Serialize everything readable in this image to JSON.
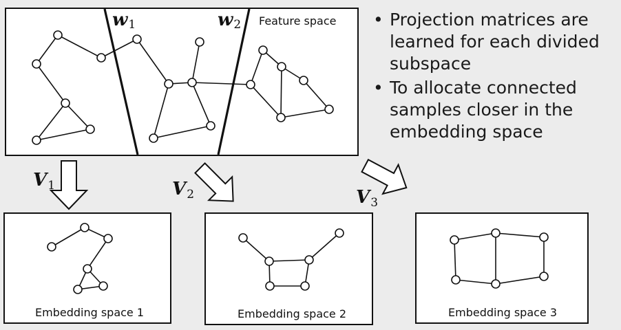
{
  "feature_space": {
    "label": "Feature space",
    "weights": [
      {
        "symbol": "w",
        "subscript": "1"
      },
      {
        "symbol": "w",
        "subscript": "2"
      }
    ]
  },
  "bullets": [
    {
      "lines": [
        "Projection matrices are",
        "learned for each divided",
        "subspace"
      ]
    },
    {
      "lines": [
        "To allocate connected",
        "samples closer in the",
        "embedding space"
      ]
    }
  ],
  "projections": [
    {
      "symbol": "V",
      "subscript": "1"
    },
    {
      "symbol": "V",
      "subscript": "2"
    },
    {
      "symbol": "V",
      "subscript": "3"
    }
  ],
  "embedding_panels": [
    {
      "label": "Embedding space 1"
    },
    {
      "label": "Embedding space 2"
    },
    {
      "label": "Embedding space 3"
    }
  ],
  "colors": {
    "line": "#111111",
    "node_fill": "#ffffff",
    "background": "#ececec"
  }
}
